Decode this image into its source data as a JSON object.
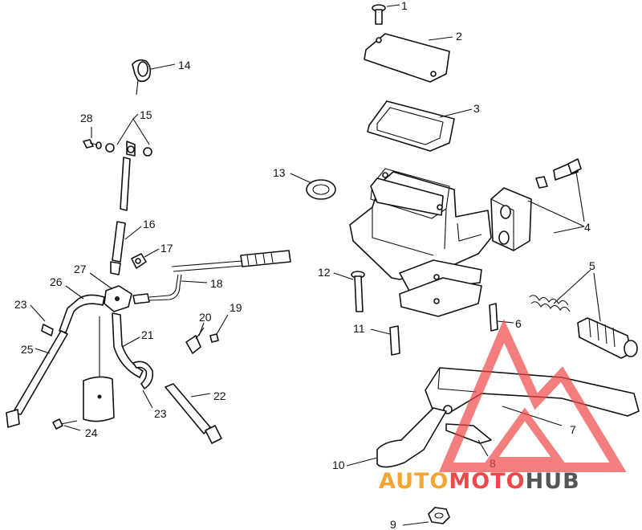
{
  "diagram": {
    "callouts": [
      "1",
      "2",
      "3",
      "4",
      "5",
      "6",
      "7",
      "8",
      "9",
      "10",
      "11",
      "12",
      "13",
      "14",
      "15",
      "16",
      "17",
      "18",
      "19",
      "20",
      "21",
      "22",
      "23",
      "23",
      "24",
      "25",
      "26",
      "27",
      "28"
    ]
  },
  "watermark": {
    "part1": "AUTO",
    "part2": "MOTO",
    "part3": "HUB",
    "color_red": "#f04848",
    "color_orange": "#f5a531",
    "color_gray": "#555555"
  }
}
